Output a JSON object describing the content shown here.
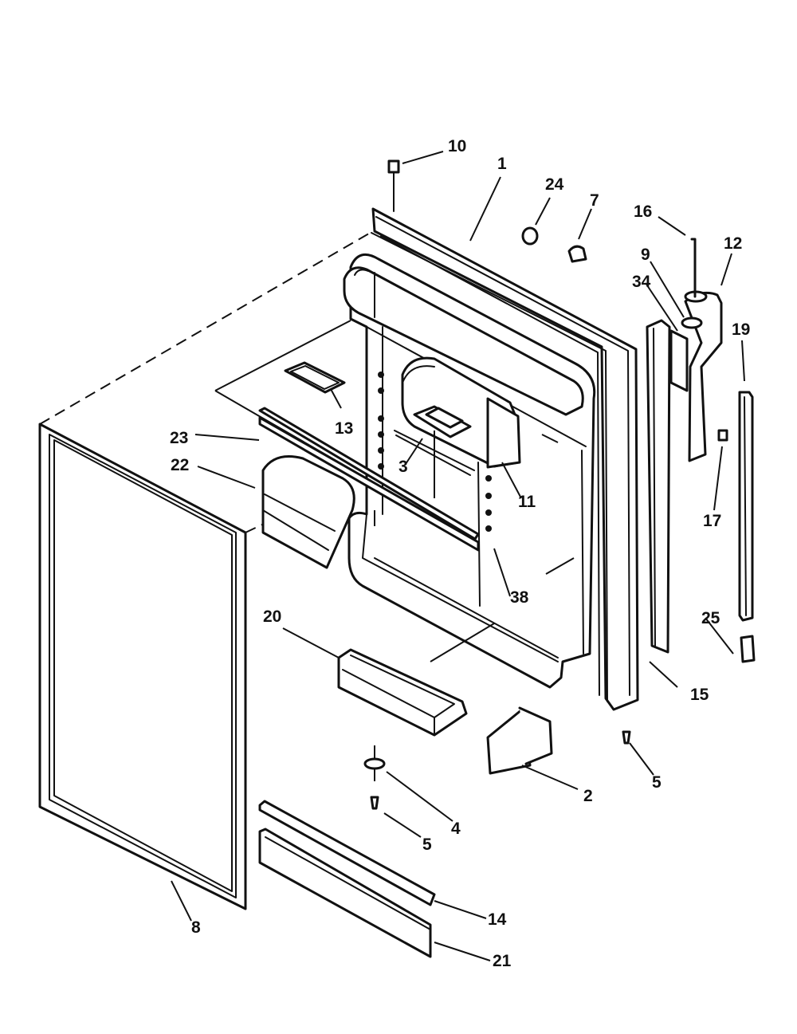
{
  "colors": {
    "ink": "#111111",
    "paper": "#ffffff"
  },
  "labels": {
    "p1": "1",
    "p2": "2",
    "p3": "3",
    "p4": "4",
    "p5a": "5",
    "p5b": "5",
    "p7": "7",
    "p8": "8",
    "p9": "9",
    "p10": "10",
    "p11": "11",
    "p12": "12",
    "p13": "13",
    "p14": "14",
    "p15": "15",
    "p16": "16",
    "p17": "17",
    "p19": "19",
    "p20": "20",
    "p21": "21",
    "p22": "22",
    "p23": "23",
    "p24": "24",
    "p25": "25",
    "p34": "34",
    "p38": "38"
  }
}
